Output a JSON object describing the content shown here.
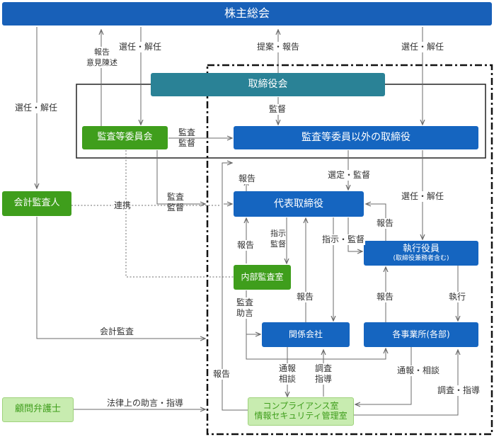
{
  "nodes": {
    "shareholders_meeting": "株主総会",
    "board_of_directors": "取締役会",
    "audit_committee": "監査等委員会",
    "other_directors": "監査等委員以外の取締役",
    "accounting_auditor": "会計監査人",
    "representative_director": "代表取締役",
    "executive_officers": "執行役員",
    "executive_officers_note": "(取締役兼務者含む)",
    "internal_audit": "内部監査室",
    "affiliates": "関係会社",
    "business_units": "各事業所(各部)",
    "legal_advisor": "顧問弁護士",
    "compliance_office_1": "コンプライアンス室",
    "compliance_office_2": "情報セキュリティ管理室"
  },
  "labels": {
    "report_opinion_1": "報告",
    "report_opinion_2": "意見陳述",
    "elect_dismiss_ac": "選任・解任",
    "elect_dismiss_left": "選任・解任",
    "proposal_report": "提案・報告",
    "elect_dismiss_right": "選任・解任",
    "supervise_board": "監督",
    "audit_supervise_1_a": "監査",
    "audit_supervise_1_b": "監督",
    "audit_supervise_2_a": "監査",
    "audit_supervise_2_b": "監督",
    "coordination": "連携",
    "report_to_board": "報告",
    "select_supervise": "選定・監督",
    "elect_dismiss_exec": "選任・解任",
    "report_exec": "報告",
    "report_rep": "報告",
    "instruct_1": "指示",
    "instruct_2": "監督",
    "instruct_supervise": "指示・監督",
    "audit_advice_1": "監査",
    "audit_advice_2": "助言",
    "report_affiliates": "報告",
    "report_units": "報告",
    "execute": "執行",
    "accounting_audit": "会計監査",
    "report_compliance": "報告",
    "consult_1": "通報",
    "consult_2": "相談",
    "investigate_1": "調査",
    "investigate_2": "指導",
    "report_consult": "通報・相談",
    "investigate_guide": "調査・指導",
    "legal_advice": "法律上の助言・指導"
  }
}
